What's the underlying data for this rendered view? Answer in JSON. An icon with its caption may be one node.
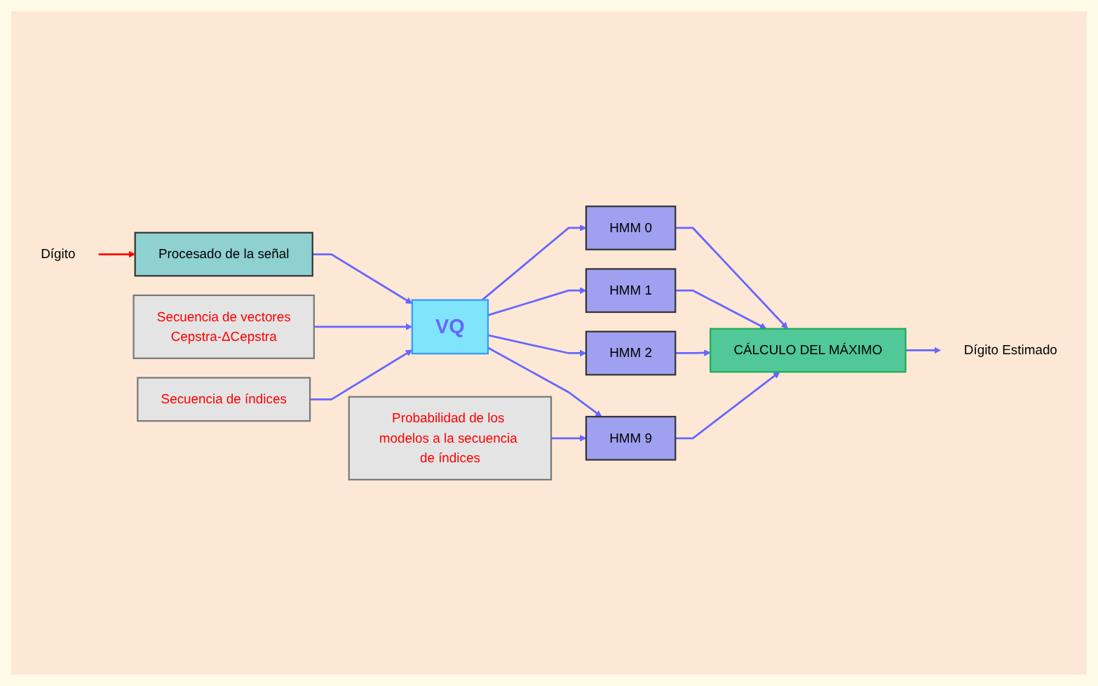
{
  "diagram": {
    "nodes": [
      {
        "text": [
          "Dígito"
        ]
      },
      {
        "text": [
          "Procesado de la señal"
        ]
      },
      {
        "text": [
          "Secuencia de vectores",
          "Cepstra-ΔCepstra"
        ]
      },
      {
        "text": [
          "VQ"
        ]
      },
      {
        "text": [
          "HMM 0"
        ]
      },
      {
        "text": [
          "HMM 1"
        ]
      },
      {
        "text": [
          "HMM 2"
        ]
      },
      {
        "text": [
          "HMM 9"
        ]
      },
      {
        "text": [
          "CÁLCULO DEL MÁXIMO"
        ]
      },
      {
        "text": [
          "Dígito Estimado"
        ]
      },
      {
        "text": [
          "Secuencia de índices"
        ]
      },
      {
        "text": [
          "Probabilidad de los modelos a la secuencia de índices"
        ]
      }
    ],
    "edges": [
      {
        "from": 0,
        "to": 1,
        "arrow": "to",
        "color": "#ff0000"
      },
      {
        "from": 1,
        "to": 3,
        "arrow": "to"
      },
      {
        "from": 2,
        "to": 3,
        "arrow": "to"
      },
      {
        "from": 3,
        "to": 4,
        "arrow": "to"
      },
      {
        "from": 3,
        "to": 5,
        "arrow": "to"
      },
      {
        "from": 3,
        "to": 6,
        "arrow": "to"
      },
      {
        "from": 3,
        "to": 7,
        "arrow": "to"
      },
      {
        "from": 4,
        "to": 8,
        "arrow": "to"
      },
      {
        "from": 5,
        "to": 8,
        "arrow": "to"
      },
      {
        "from": 6,
        "to": 8,
        "arrow": "to"
      },
      {
        "from": 7,
        "to": 8,
        "arrow": "to"
      },
      {
        "from": 8,
        "to": 9,
        "arrow": "to"
      },
      {
        "from": 10,
        "to": 3,
        "arrow": "to"
      },
      {
        "from": 11,
        "to": 7,
        "arrow": "to"
      }
    ]
  }
}
